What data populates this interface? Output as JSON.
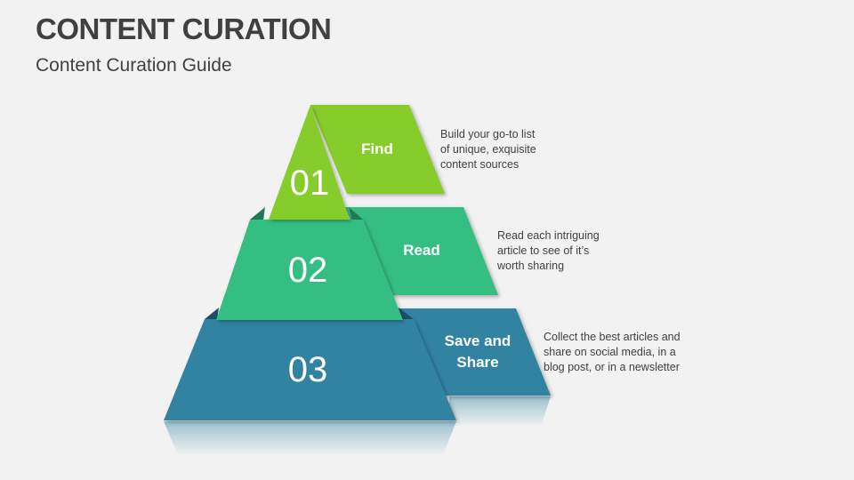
{
  "header": {
    "title": "CONTENT CURATION",
    "subtitle": "Content Curation Guide"
  },
  "colors": {
    "background": "#F2F2F2",
    "step1": "#86CC2A",
    "step2": "#35BE82",
    "step3": "#3383A2",
    "text": "#404040"
  },
  "steps": [
    {
      "number": "01",
      "label": "Find",
      "description": "Build your go-to list\nof unique, exquisite\ncontent sources"
    },
    {
      "number": "02",
      "label": "Read",
      "description": "Read each intriguing\narticle to see of it’s\nworth sharing"
    },
    {
      "number": "03",
      "label": "Save and Share",
      "description": "Collect the best articles and\nshare on social media, in a\nblog post, or in a newsletter"
    }
  ]
}
